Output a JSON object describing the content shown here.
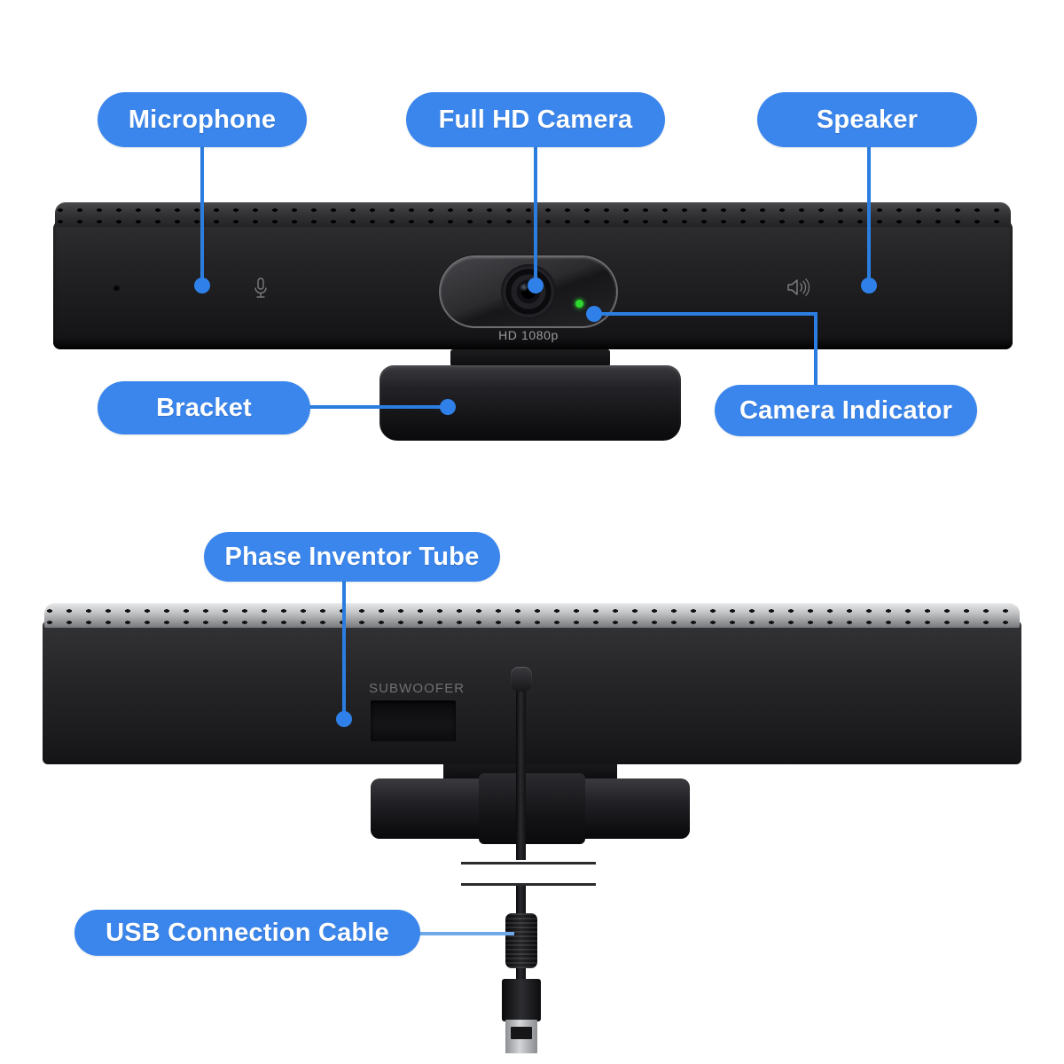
{
  "diagram": {
    "title": "Webcam Soundbar Feature Callouts",
    "accent_color": "#3b86ec",
    "leader_color": "#2b7de0",
    "background_color": "#ffffff",
    "indicator_led_color": "#2ed92e"
  },
  "callouts": [
    {
      "id": "microphone",
      "label": "Microphone"
    },
    {
      "id": "full-hd-camera",
      "label": "Full HD Camera"
    },
    {
      "id": "speaker",
      "label": "Speaker"
    },
    {
      "id": "bracket",
      "label": "Bracket"
    },
    {
      "id": "camera-indicator",
      "label": "Camera Indicator"
    },
    {
      "id": "phase-inventor-tube",
      "label": "Phase Inventor Tube"
    },
    {
      "id": "usb-connection-cable",
      "label": "USB Connection Cable"
    }
  ],
  "device_front": {
    "camera_caption": "HD 1080p",
    "mic_icon": "microphone-icon",
    "speaker_icon": "speaker-volume-icon",
    "pinhole_icon": "pinhole-mic-icon"
  },
  "device_rear": {
    "port_label": "SUBWOOFER"
  },
  "cable": {
    "connector_type": "usb-a-connector",
    "ferrite_bead": "ferrite-bead"
  }
}
